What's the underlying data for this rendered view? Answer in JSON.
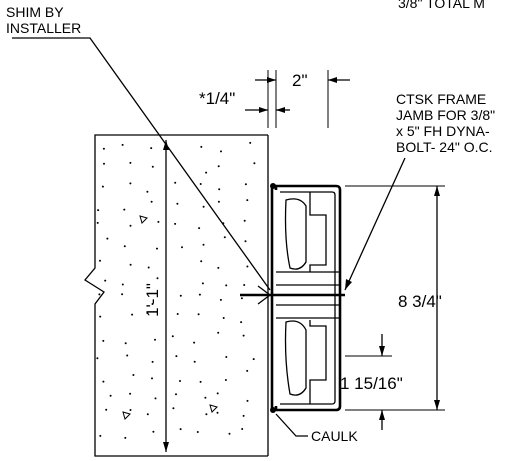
{
  "labels": {
    "shim_line1": "SHIM BY",
    "shim_line2": "INSTALLER",
    "top_right_partial": "3/8\" TOTAL M",
    "dim_quarter": "*1/4\"",
    "dim_two": "2\"",
    "ctsk_line1": "CTSK FRAME",
    "ctsk_line2": "JAMB FOR 3/8\"",
    "ctsk_line3": "x 5\" FH DYNA-",
    "ctsk_line4": "BOLT- 24\" O.C.",
    "dim_wall": "1'-1\"",
    "dim_height": "8 3/4\"",
    "dim_small": "1 15/16\"",
    "caulk": "CAULK"
  },
  "colors": {
    "ink": "#000000",
    "paper": "#ffffff"
  }
}
